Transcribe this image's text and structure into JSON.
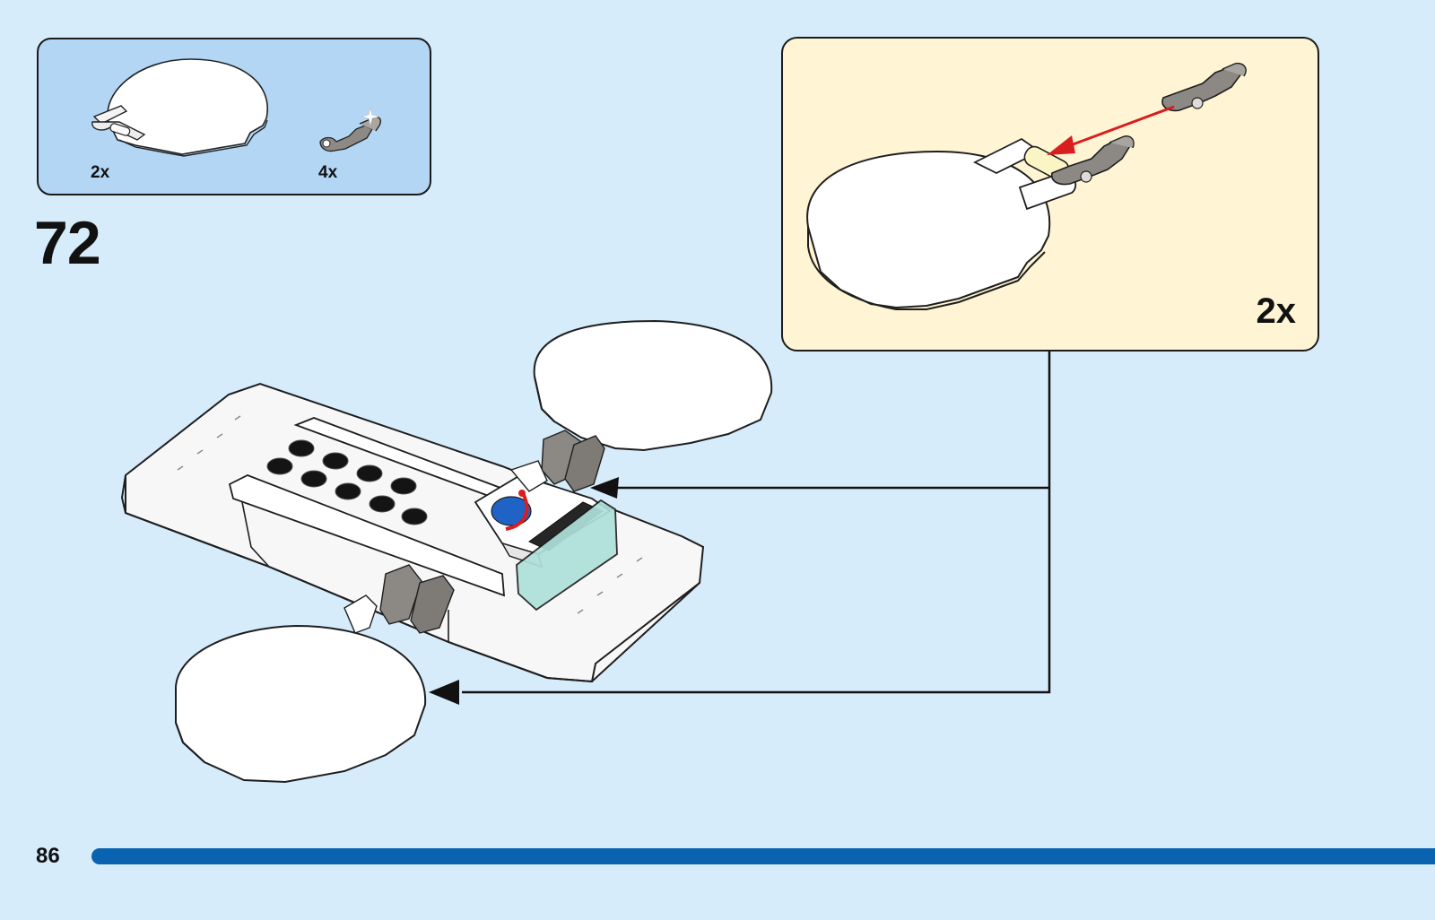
{
  "parts_list": {
    "items": [
      {
        "part": "round-plate-with-bar-icon",
        "quantity": "2x"
      },
      {
        "part": "robot-arm-clip-icon",
        "quantity": "4x"
      }
    ]
  },
  "step": {
    "number": "72"
  },
  "sub_assembly": {
    "quantity": "2x"
  },
  "page": {
    "number": "86"
  },
  "colors": {
    "background": "#d6ecfb",
    "parts_box": "#b3d6f4",
    "sub_assembly_box": "#fff4d3",
    "page_bar": "#0a63b0",
    "arrow_red": "#d81e1e"
  }
}
